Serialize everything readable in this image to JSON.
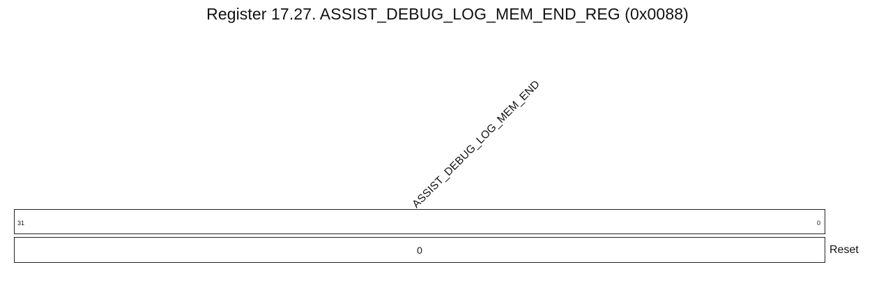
{
  "title": "Register 17.27. ASSIST_DEBUG_LOG_MEM_END_REG (0x0088)",
  "field": {
    "name": "ASSIST_DEBUG_LOG_MEM_END"
  },
  "bits": {
    "high": "31",
    "low": "0"
  },
  "reset": {
    "value": "0",
    "label": "Reset"
  }
}
